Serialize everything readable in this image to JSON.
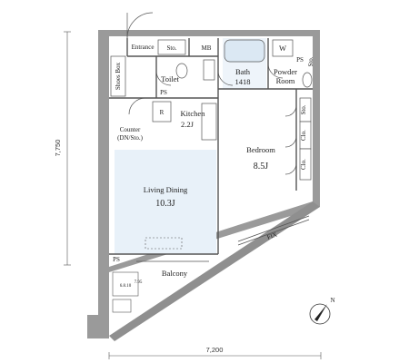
{
  "dimensions": {
    "height": "7,750",
    "width": "7,200"
  },
  "rooms": {
    "entrance": "Entrance",
    "storage_entrance": "Sto.",
    "mb": "MB",
    "toilet": "Toilet",
    "shoes_box": "Shoes Box",
    "ps_left": "PS",
    "bath": "Bath",
    "bath_size": "1418",
    "washer": "W",
    "powder_room_line1": "Powder",
    "powder_room_line2": "Room",
    "ps_right": "PS",
    "storage_right": "Sto.",
    "kitchen": "Kitchen",
    "kitchen_size": "2.2J",
    "refrigerator": "R",
    "counter_line1": "Counter",
    "counter_line2": "(DN/Sto.)",
    "bedroom": "Bedroom",
    "bedroom_size": "8.5J",
    "closet_1": "Sto.",
    "closet_2": "Clo.",
    "closet_3": "Clo.",
    "living_dining": "Living Dining",
    "living_dining_size": "10.3J",
    "balcony": "Balcony",
    "ps_balcony": "PS",
    "fix": "FIX",
    "outdoor_unit_1": "6.8.10",
    "outdoor_unit_2": "7.95"
  },
  "compass": {
    "north": "N"
  },
  "colors": {
    "living_floor": "#e8f1f9",
    "wet_area": "#eef4fa",
    "wall": "#8f8f8f",
    "line": "#444444"
  }
}
